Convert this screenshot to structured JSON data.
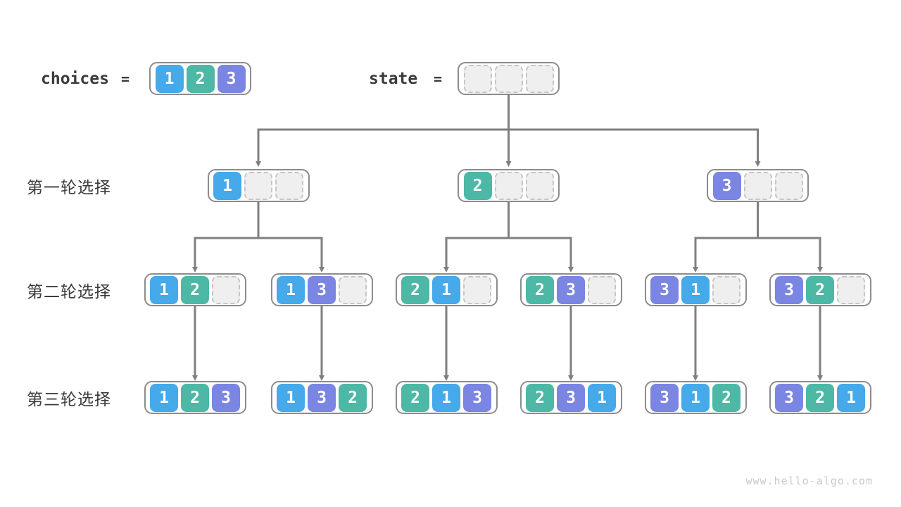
{
  "header": {
    "choices_label": "choices",
    "state_label": "state",
    "equals": "=",
    "choices": [
      1,
      2,
      3
    ],
    "state": [
      null,
      null,
      null
    ]
  },
  "rows": [
    {
      "label": "第一轮选择",
      "arrays": [
        [
          1,
          null,
          null
        ],
        [
          2,
          null,
          null
        ],
        [
          3,
          null,
          null
        ]
      ]
    },
    {
      "label": "第二轮选择",
      "arrays": [
        [
          1,
          2,
          null
        ],
        [
          1,
          3,
          null
        ],
        [
          2,
          1,
          null
        ],
        [
          2,
          3,
          null
        ],
        [
          3,
          1,
          null
        ],
        [
          3,
          2,
          null
        ]
      ]
    },
    {
      "label": "第三轮选择",
      "arrays": [
        [
          1,
          2,
          3
        ],
        [
          1,
          3,
          2
        ],
        [
          2,
          1,
          3
        ],
        [
          2,
          3,
          1
        ],
        [
          3,
          1,
          2
        ],
        [
          3,
          2,
          1
        ]
      ]
    }
  ],
  "colors": {
    "1": "#45a9ea",
    "2": "#4db8a5",
    "3": "#7b85e2",
    "cell_text": "#ffffff",
    "line": "#7f7f7f",
    "box_border": "#8c8c8c",
    "empty_fill": "#efefef",
    "empty_border": "#c6c6c6",
    "text": "#3b3b3b",
    "watermark": "#c9c9c9"
  },
  "footer": {
    "watermark": "www.hello-algo.com"
  }
}
